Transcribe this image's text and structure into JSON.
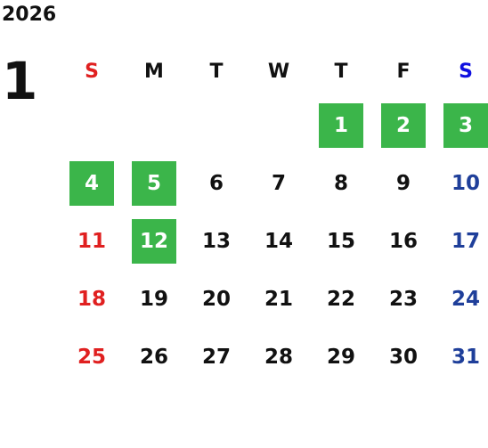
{
  "calendar": {
    "year": "2026",
    "month": "1",
    "weekday_headers": [
      "S",
      "M",
      "T",
      "W",
      "T",
      "F",
      "S"
    ],
    "first_weekday_index": 4,
    "days": [
      "1",
      "2",
      "3",
      "4",
      "5",
      "6",
      "7",
      "8",
      "9",
      "10",
      "11",
      "12",
      "13",
      "14",
      "15",
      "16",
      "17",
      "18",
      "19",
      "20",
      "21",
      "22",
      "23",
      "24",
      "25",
      "26",
      "27",
      "28",
      "29",
      "30",
      "31"
    ],
    "highlighted_days": [
      "1",
      "2",
      "3",
      "4",
      "5",
      "12"
    ]
  },
  "colors": {
    "highlight": "#3bb54a",
    "sunday": "#e02020",
    "saturday_date": "#1f3f9a",
    "saturday_header": "#1010e0",
    "text": "#111111"
  }
}
